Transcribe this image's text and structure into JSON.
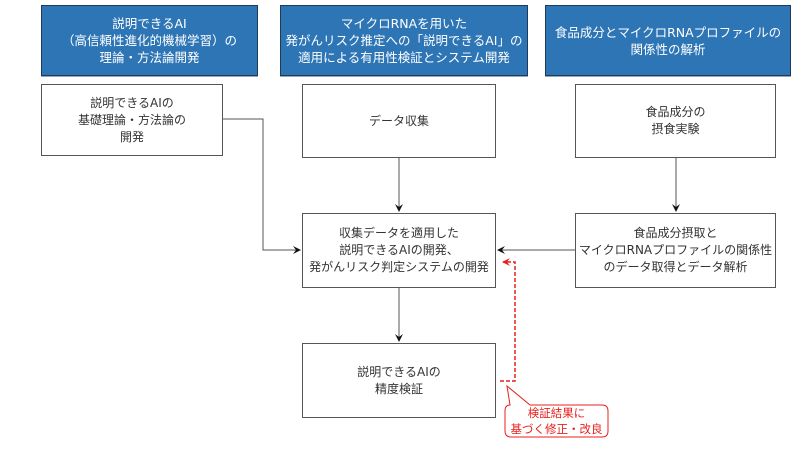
{
  "headers": [
    {
      "id": "header-xai-theory",
      "text": "説明できるAI\n（高信頼性進化的機械学習）の\n理論・方法論開発"
    },
    {
      "id": "header-mirna-xai",
      "text": "マイクロRNAを用いた\n発がんリスク推定への「説明できるAI」の\n適用による有用性検証とシステム開発"
    },
    {
      "id": "header-food-mirna",
      "text": "食品成分とマイクロRNAプロファイルの\n関係性の解析"
    }
  ],
  "boxes": {
    "xai_foundation": "説明できるAIの\n基礎理論・方法論の\n開発",
    "data_collection": "データ収集",
    "food_experiment": "食品成分の\n摂食実験",
    "xai_system_dev": "収集データを適用した\n説明できるAIの開発、\n発がんリスク判定システムの開発",
    "food_mirna_analysis": "食品成分摂取と\nマイクロRNAプロファイルの関係性\nのデータ取得とデータ解析",
    "xai_accuracy": "説明できるAIの\n精度検証"
  },
  "callout": {
    "text": "検証結果に\n基づく修正・改良"
  },
  "colors": {
    "header_fill": "#2E75B6",
    "header_border": "#1F3B5C",
    "feedback": "#E8201C",
    "line": "#555555"
  }
}
